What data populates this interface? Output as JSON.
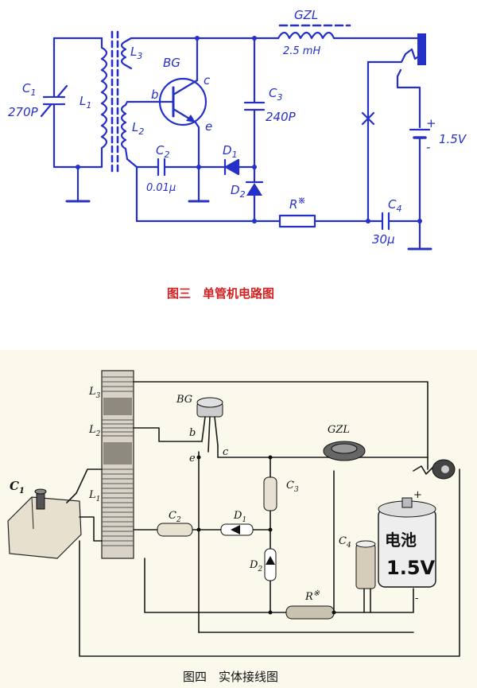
{
  "schematic": {
    "caption": "图三　单管机电路图",
    "labels": {
      "c1": "C",
      "c1_sub": "1",
      "c1_val": "270P",
      "l1": "L",
      "l1_sub": "1",
      "l2": "L",
      "l2_sub": "2",
      "l3": "L",
      "l3_sub": "3",
      "bg": "BG",
      "b": "b",
      "c": "c",
      "e": "e",
      "c2": "C",
      "c2_sub": "2",
      "c2_val": "0.01μ",
      "d1": "D",
      "d1_sub": "1",
      "d2": "D",
      "d2_sub": "2",
      "c3": "C",
      "c3_sub": "3",
      "c3_val": "240P",
      "gzl": "GZL",
      "gzl_val": "2.5 mH",
      "r": "R",
      "r_mark": "※",
      "c4": "C",
      "c4_sub": "4",
      "c4_val": "30μ",
      "batt_plus": "+",
      "batt_minus": "-",
      "batt_val": "1.5V"
    }
  },
  "wiring": {
    "caption": "图四　实体接线图",
    "labels": {
      "l3": "L",
      "l3_sub": "3",
      "l2": "L",
      "l2_sub": "2",
      "l1": "L",
      "l1_sub": "1",
      "c1": "C",
      "c1_sub": "1",
      "bg": "BG",
      "b": "b",
      "e": "e",
      "c": "c",
      "c2": "C",
      "c2_sub": "2",
      "d1": "D",
      "d1_sub": "1",
      "d2": "D",
      "d2_sub": "2",
      "c3": "C",
      "c3_sub": "3",
      "c4": "C",
      "c4_sub": "4",
      "gzl": "GZL",
      "r": "R",
      "r_mark": "※",
      "batt_text": "电池",
      "batt_val": "1.5V",
      "plus": "+",
      "minus": "-"
    }
  }
}
